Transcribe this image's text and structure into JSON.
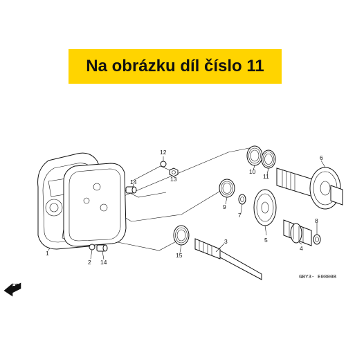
{
  "banner": {
    "text": "Na obrázku díl číslo 11",
    "color": "#ffd400"
  },
  "direction_label": "FR.",
  "diagram_code": "GBY3- E0800B",
  "callouts": [
    "1",
    "2",
    "3",
    "4",
    "5",
    "6",
    "7",
    "8",
    "9",
    "10",
    "11",
    "12",
    "13",
    "14",
    "14",
    "15"
  ]
}
